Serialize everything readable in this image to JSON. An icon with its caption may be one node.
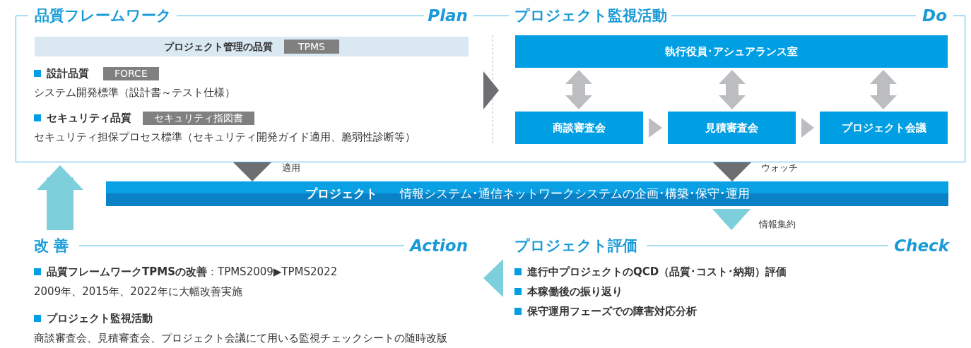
{
  "diagram": {
    "nodes": [
      {
        "text": [
          "品質フレームワーク",
          "Plan"
        ]
      },
      {
        "text": [
          "プロジェクト管理の品質",
          "TPMS"
        ],
        "in": 0
      },
      {
        "text": [
          "プロジェクト監視活動",
          "Do"
        ]
      },
      {
        "text": [
          "執行役員･アシュアランス室"
        ],
        "in": 2
      },
      {
        "text": [
          "商談審査会"
        ],
        "in": 2
      },
      {
        "text": [
          "見積審査会"
        ],
        "in": 2
      },
      {
        "text": [
          "プロジェクト会議"
        ],
        "in": 2
      },
      {
        "text": [
          "プロジェクト",
          "情報システム･通信ネットワークシステムの企画･構築･保守･運用"
        ]
      },
      {
        "text": [
          "改 善",
          "Action",
          "**品質フレームワークTPMSの改善**：TPMS2009▶TPMS2022",
          "2009年、2015年、2022年に大幅改善実施",
          "プロジェクト監視活動",
          "商談審査会、見積審査会、プロジェクト会議にて用いる監視チェックシートの随時改版"
        ]
      },
      {
        "text": [
          "プロジェクト評価",
          "Check",
          "進行中プロジェクトのQCD（品質･コスト･納期）評価",
          "本稼働後の振り返り",
          "保守運用フェーズでの障害対応分析"
        ]
      }
    ],
    "edges": [
      {
        "from": 0,
        "to": 2,
        "arrow": "to",
        "color": "#6d6e71"
      },
      {
        "from": 3,
        "to": 4,
        "arrow": "both",
        "style": "thick"
      },
      {
        "from": 3,
        "to": 5,
        "arrow": "both",
        "style": "thick"
      },
      {
        "from": 3,
        "to": 6,
        "arrow": "both",
        "style": "thick"
      },
      {
        "from": 4,
        "to": 5,
        "arrow": "to"
      },
      {
        "from": 5,
        "to": 6,
        "arrow": "to"
      },
      {
        "from": 0,
        "to": 7,
        "arrow": "to",
        "label": "適用",
        "color": "#6d6e71"
      },
      {
        "from": 2,
        "to": 7,
        "arrow": "to",
        "label": "ウォッチ",
        "color": "#6d6e71"
      },
      {
        "from": 7,
        "to": 9,
        "arrow": "to",
        "label": "情報集約",
        "color": "#7ccfdb"
      },
      {
        "from": 9,
        "to": 8,
        "arrow": "to",
        "color": "#7ccfdb"
      },
      {
        "from": 8,
        "to": 0,
        "arrow": "to",
        "style": "thick",
        "color": "#7ccfdb"
      }
    ],
    "labels": [
      "設計品質",
      "FORCE",
      "システム開発標準（設計書～テスト仕様）",
      "セキュリティ品質",
      "セキュリティ指図書",
      "セキュリティ担保プロセス標準（セキュリティ開発ガイド適用、脆弱性診断等）"
    ]
  }
}
